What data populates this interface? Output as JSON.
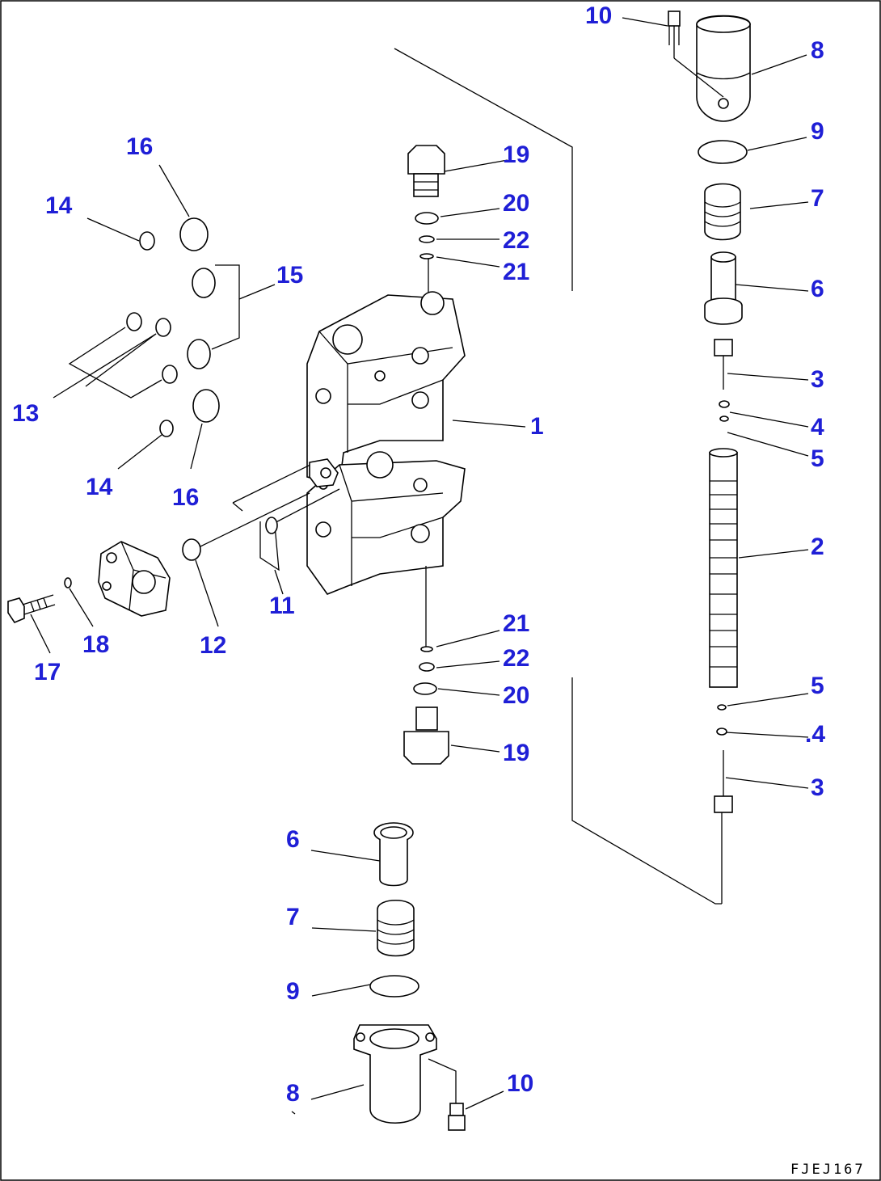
{
  "drawing_code": "FJEJ167",
  "callouts": [
    {
      "id": "c10a",
      "text": "10"
    },
    {
      "id": "c8a",
      "text": "8"
    },
    {
      "id": "c9a",
      "text": "9"
    },
    {
      "id": "c7a",
      "text": "7"
    },
    {
      "id": "c6a",
      "text": "6"
    },
    {
      "id": "c3a",
      "text": "3"
    },
    {
      "id": "c4a",
      "text": "4"
    },
    {
      "id": "c5a",
      "text": "5"
    },
    {
      "id": "c2",
      "text": "2"
    },
    {
      "id": "c5b",
      "text": "5"
    },
    {
      "id": "c4b",
      "text": ".4"
    },
    {
      "id": "c3b",
      "text": "3"
    },
    {
      "id": "c1",
      "text": "1"
    },
    {
      "id": "c19a",
      "text": "19"
    },
    {
      "id": "c20a",
      "text": "20"
    },
    {
      "id": "c22a",
      "text": "22"
    },
    {
      "id": "c21a",
      "text": "21"
    },
    {
      "id": "c21b",
      "text": "21"
    },
    {
      "id": "c22b",
      "text": "22"
    },
    {
      "id": "c20b",
      "text": "20"
    },
    {
      "id": "c19b",
      "text": "19"
    },
    {
      "id": "c16a",
      "text": "16"
    },
    {
      "id": "c14a",
      "text": "14"
    },
    {
      "id": "c15",
      "text": "15"
    },
    {
      "id": "c13",
      "text": "13"
    },
    {
      "id": "c14b",
      "text": "14"
    },
    {
      "id": "c16b",
      "text": "16"
    },
    {
      "id": "c11",
      "text": "11"
    },
    {
      "id": "c12",
      "text": "12"
    },
    {
      "id": "c18",
      "text": "18"
    },
    {
      "id": "c17",
      "text": "17"
    },
    {
      "id": "c6b",
      "text": "6"
    },
    {
      "id": "c7b",
      "text": "7"
    },
    {
      "id": "c9b",
      "text": "9"
    },
    {
      "id": "c8b",
      "text": "8"
    },
    {
      "id": "c10b",
      "text": "10"
    }
  ]
}
